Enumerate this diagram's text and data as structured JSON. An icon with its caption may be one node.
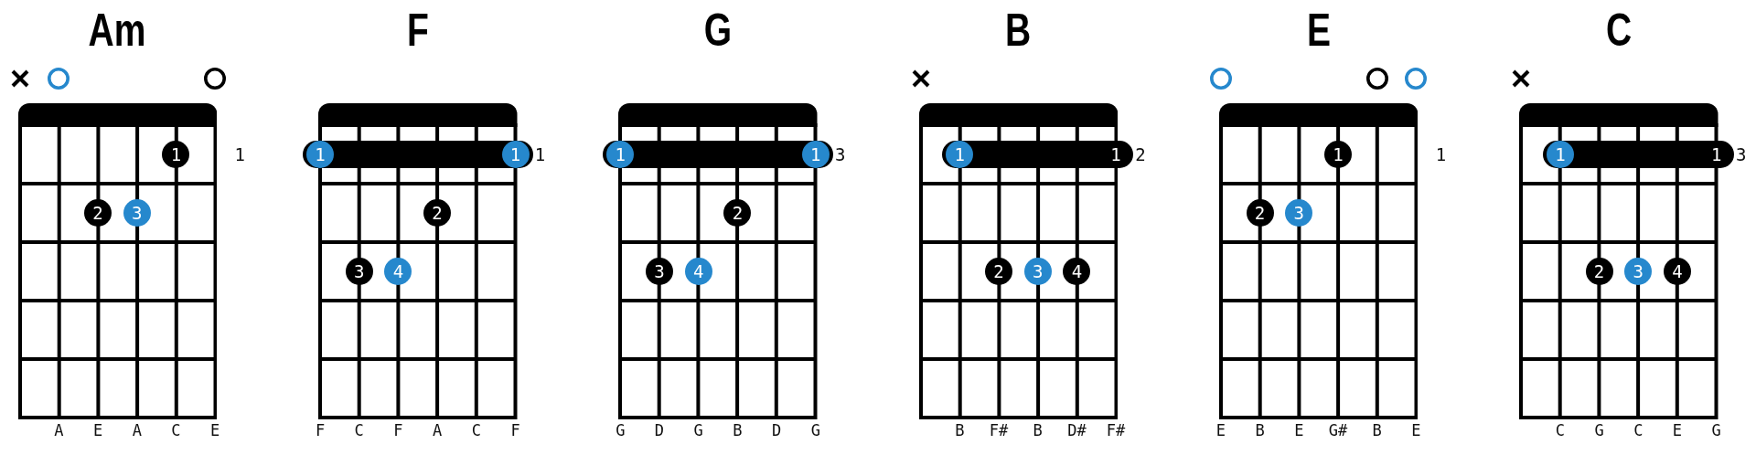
{
  "diagram": {
    "nodes": [
      {
        "text": [
          "Am"
        ],
        "beside": [
          "A",
          "E",
          "A",
          "C",
          "E"
        ]
      },
      {
        "text": [
          "1"
        ],
        "in": 0
      },
      {
        "text": [
          "2"
        ],
        "in": 0
      },
      {
        "text": [
          "3"
        ],
        "in": 0
      },
      {
        "text": [
          "F"
        ],
        "beside": [
          "F",
          "C",
          "F",
          "A",
          "C",
          "F"
        ]
      },
      {
        "text": [],
        "shape": "bar",
        "in": 4
      },
      {
        "text": [
          "1"
        ],
        "in": 5
      },
      {
        "text": [
          "1"
        ],
        "in": 5
      },
      {
        "text": [
          "2"
        ],
        "in": 4
      },
      {
        "text": [
          "3"
        ],
        "in": 4
      },
      {
        "text": [
          "4"
        ],
        "in": 4
      },
      {
        "text": [
          "G"
        ],
        "beside": [
          "G",
          "D",
          "G",
          "B",
          "D",
          "G"
        ]
      },
      {
        "text": [],
        "shape": "bar",
        "in": 11
      },
      {
        "text": [
          "1"
        ],
        "in": 12
      },
      {
        "text": [
          "1"
        ],
        "in": 12
      },
      {
        "text": [
          "2"
        ],
        "in": 11
      },
      {
        "text": [
          "3"
        ],
        "in": 11
      },
      {
        "text": [
          "4"
        ],
        "in": 11
      },
      {
        "text": [
          "B"
        ],
        "beside": [
          "B",
          "F#",
          "B",
          "D#",
          "F#"
        ]
      },
      {
        "text": [],
        "shape": "bar",
        "in": 18
      },
      {
        "text": [
          "1"
        ],
        "in": 19
      },
      {
        "text": [
          "1"
        ],
        "in": 19
      },
      {
        "text": [
          "2"
        ],
        "in": 18
      },
      {
        "text": [
          "3"
        ],
        "in": 18
      },
      {
        "text": [
          "4"
        ],
        "in": 18
      },
      {
        "text": [
          "E"
        ],
        "beside": [
          "E",
          "B",
          "E",
          "G#",
          "B",
          "E"
        ]
      },
      {
        "text": [
          "1"
        ],
        "in": 25
      },
      {
        "text": [
          "2"
        ],
        "in": 25
      },
      {
        "text": [
          "3"
        ],
        "in": 25
      },
      {
        "text": [
          "C"
        ],
        "beside": [
          "C",
          "G",
          "C",
          "E",
          "G"
        ]
      },
      {
        "text": [],
        "shape": "bar",
        "in": 29
      },
      {
        "text": [
          "1"
        ],
        "in": 30
      },
      {
        "text": [
          "1"
        ],
        "in": 30
      },
      {
        "text": [
          "2"
        ],
        "in": 29
      },
      {
        "text": [
          "3"
        ],
        "in": 29
      },
      {
        "text": [
          "4"
        ],
        "in": 29
      }
    ],
    "labels": [
      "1",
      "1",
      "3",
      "2",
      "1",
      "3"
    ]
  }
}
